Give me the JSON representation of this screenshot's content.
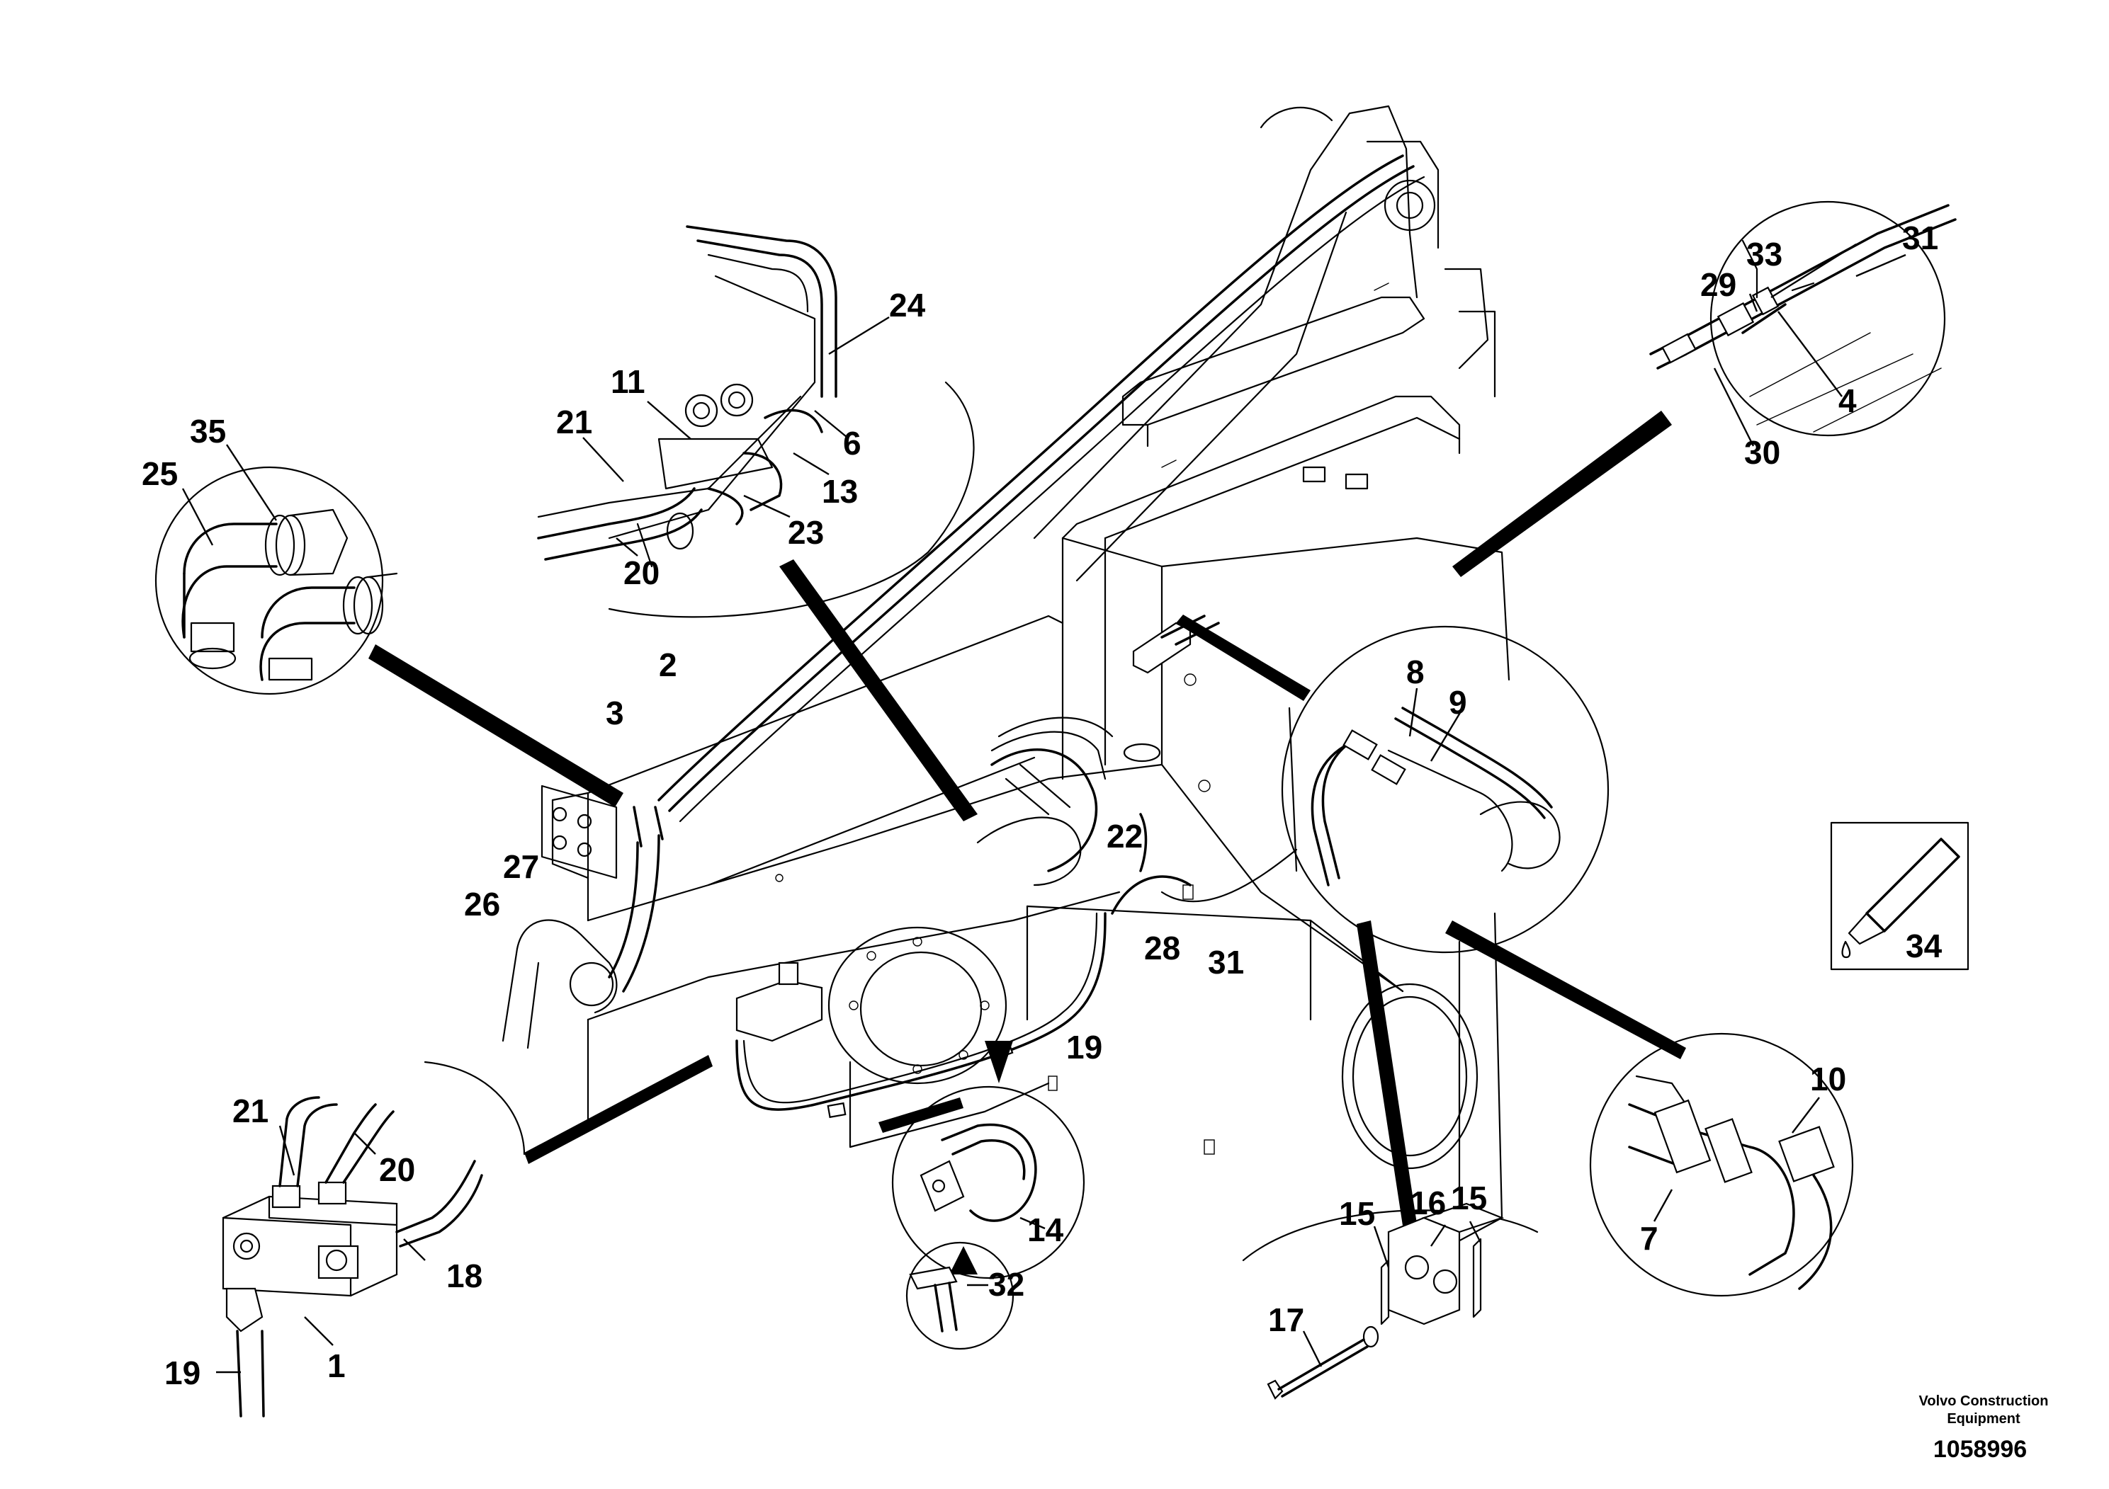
{
  "diagram": {
    "labels": [
      {
        "id": "l35",
        "text": "35"
      },
      {
        "id": "l25",
        "text": "25"
      },
      {
        "id": "l11",
        "text": "11"
      },
      {
        "id": "l21a",
        "text": "21"
      },
      {
        "id": "l24",
        "text": "24"
      },
      {
        "id": "l6",
        "text": "6"
      },
      {
        "id": "l13",
        "text": "13"
      },
      {
        "id": "l23",
        "text": "23"
      },
      {
        "id": "l20a",
        "text": "20"
      },
      {
        "id": "l2",
        "text": "2"
      },
      {
        "id": "l3",
        "text": "3"
      },
      {
        "id": "l27",
        "text": "27"
      },
      {
        "id": "l26",
        "text": "26"
      },
      {
        "id": "l22",
        "text": "22"
      },
      {
        "id": "l28",
        "text": "28"
      },
      {
        "id": "l31b",
        "text": "31"
      },
      {
        "id": "l19a",
        "text": "19"
      },
      {
        "id": "l8",
        "text": "8"
      },
      {
        "id": "l9",
        "text": "9"
      },
      {
        "id": "l33",
        "text": "33"
      },
      {
        "id": "l31a",
        "text": "31"
      },
      {
        "id": "l29",
        "text": "29"
      },
      {
        "id": "l4",
        "text": "4"
      },
      {
        "id": "l30",
        "text": "30"
      },
      {
        "id": "l34",
        "text": "34"
      },
      {
        "id": "l10",
        "text": "10"
      },
      {
        "id": "l7",
        "text": "7"
      },
      {
        "id": "l21b",
        "text": "21"
      },
      {
        "id": "l20b",
        "text": "20"
      },
      {
        "id": "l18",
        "text": "18"
      },
      {
        "id": "l1",
        "text": "1"
      },
      {
        "id": "l19b",
        "text": "19"
      },
      {
        "id": "l14",
        "text": "14"
      },
      {
        "id": "l32",
        "text": "32"
      },
      {
        "id": "l15a",
        "text": "15"
      },
      {
        "id": "l16",
        "text": "16"
      },
      {
        "id": "l15b",
        "text": "15"
      },
      {
        "id": "l17",
        "text": "17"
      }
    ]
  },
  "footer": {
    "company_line1": "Volvo Construction",
    "company_line2": "Equipment",
    "drawing_number": "1058996"
  }
}
